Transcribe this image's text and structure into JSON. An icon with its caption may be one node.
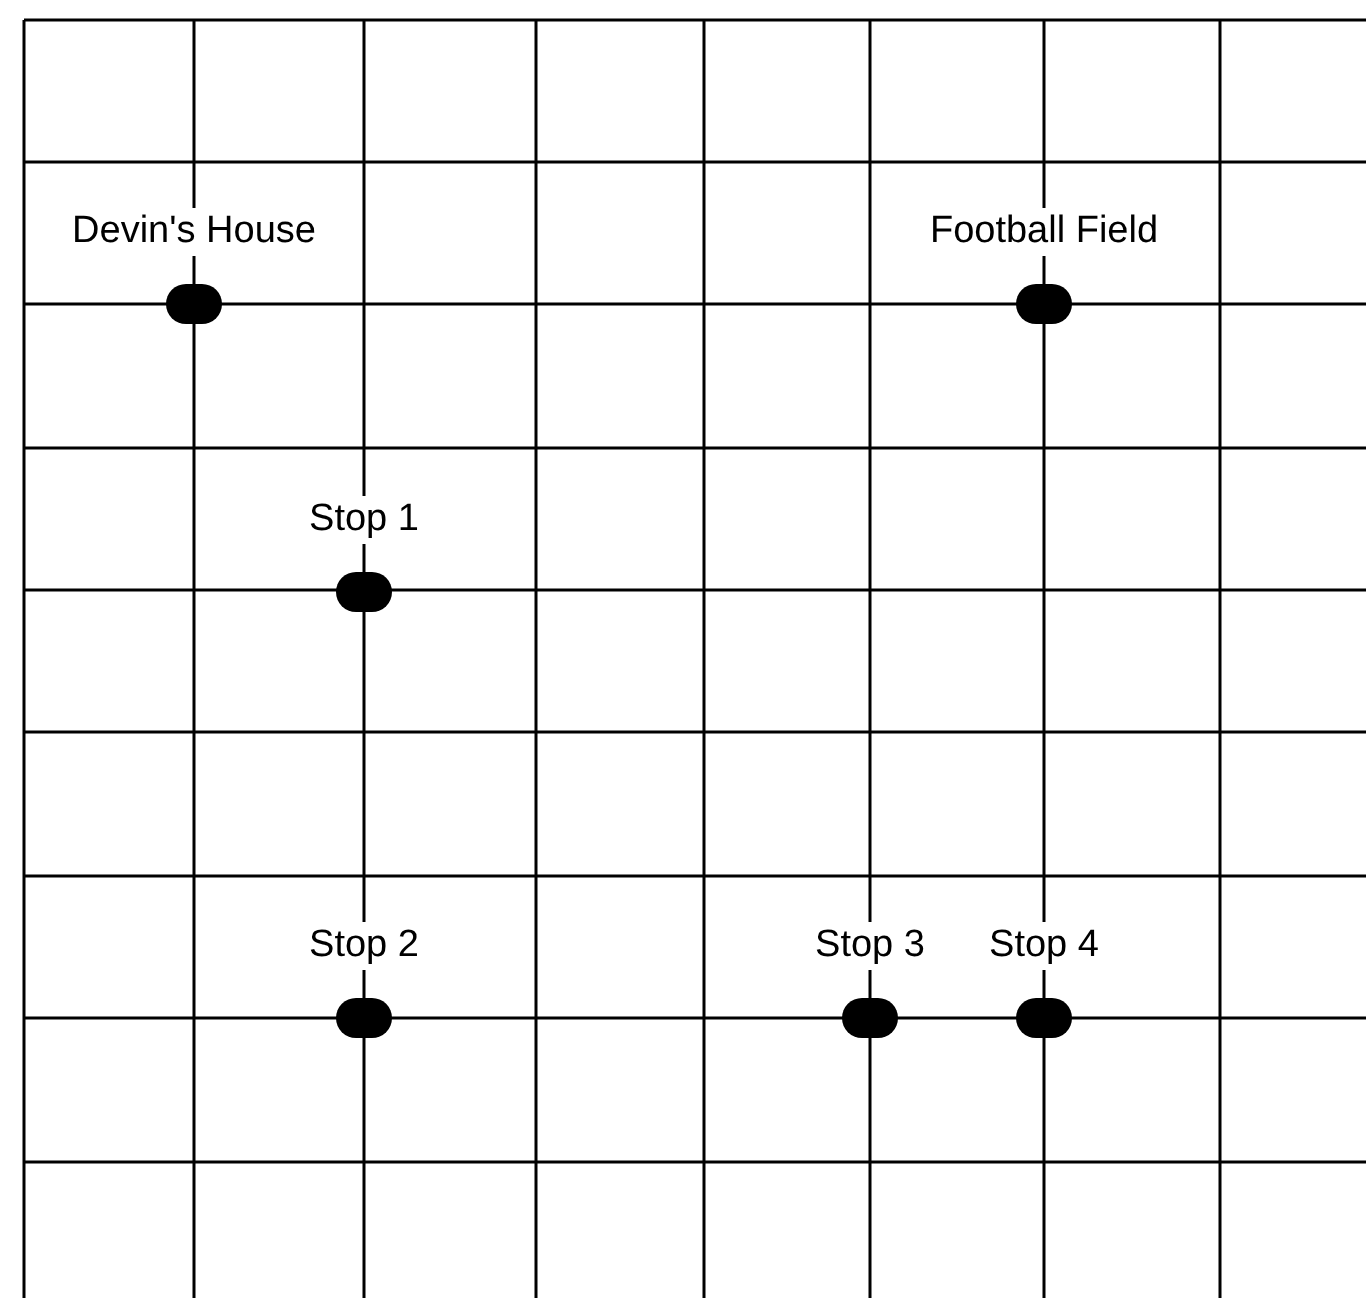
{
  "diagram": {
    "nodes": [
      {
        "text": [
          "Devin's House"
        ]
      },
      {
        "text": [
          "Football Field"
        ]
      },
      {
        "text": [
          "Stop 1"
        ]
      },
      {
        "text": [
          "Stop 2"
        ]
      },
      {
        "text": [
          "Stop 3"
        ]
      },
      {
        "text": [
          "Stop 4"
        ]
      }
    ]
  }
}
